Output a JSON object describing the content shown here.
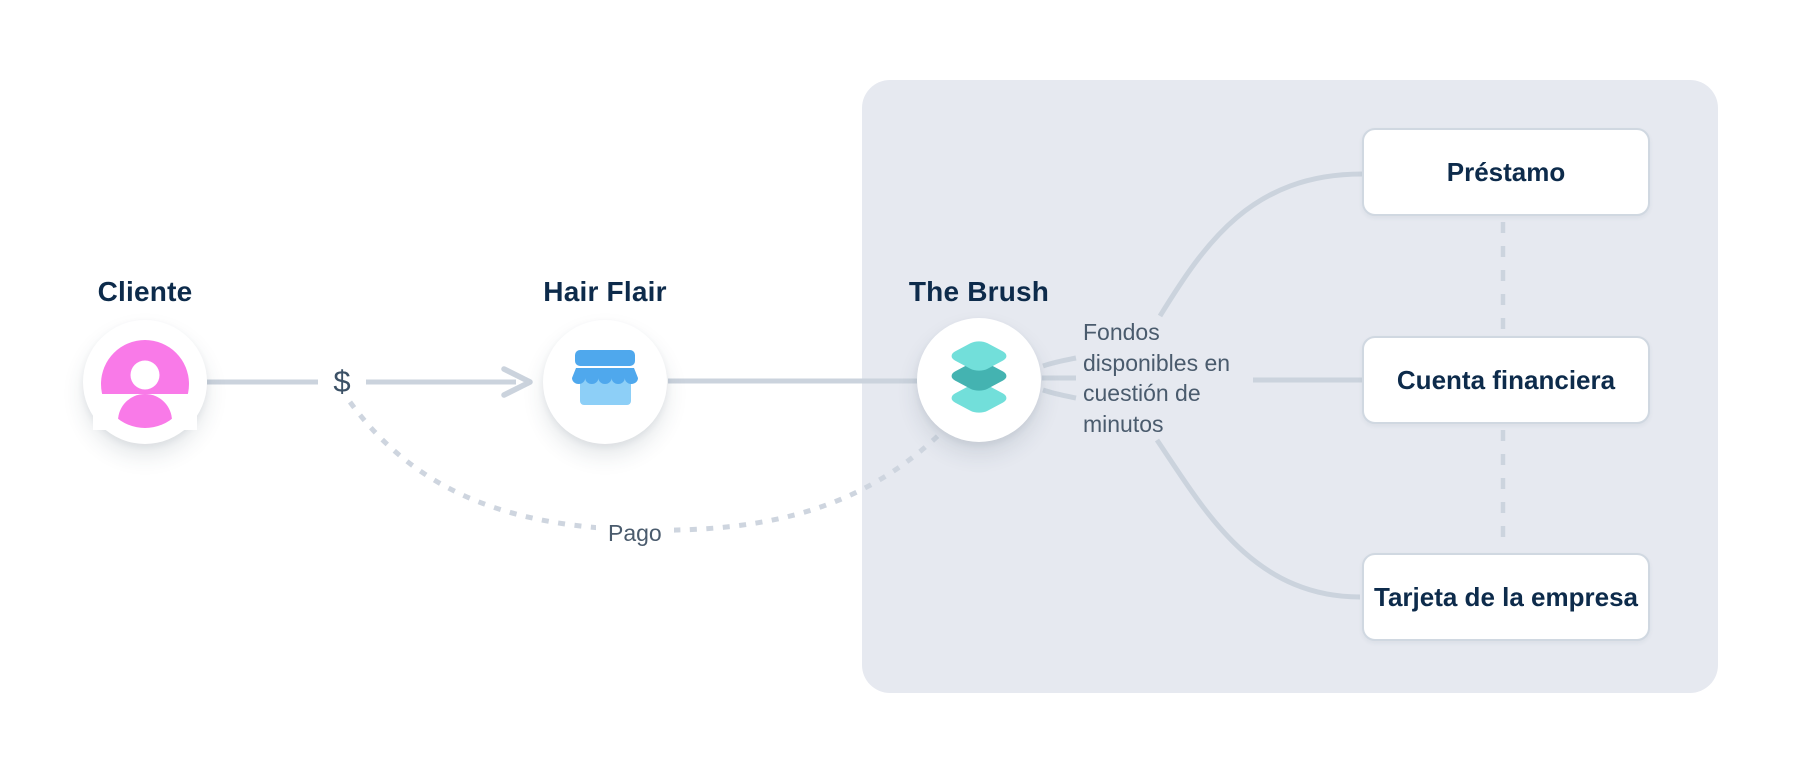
{
  "diagram": {
    "actors": {
      "cliente": {
        "label": "Cliente",
        "icon": "person-icon",
        "icon_color": "#f97ae8"
      },
      "hair_flair": {
        "label": "Hair Flair",
        "icon": "storefront-icon",
        "icon_color": "#4fa8ed"
      },
      "the_brush": {
        "label": "The Brush",
        "icon": "layers-icon",
        "icon_color": "#44b3b1"
      }
    },
    "flow": {
      "money_symbol": "$",
      "payment_label": "Pago",
      "funds_note": "Fondos disponibles en cuestión de minutos"
    },
    "products": [
      {
        "label": "Préstamo"
      },
      {
        "label": "Cuenta financiera"
      },
      {
        "label": "Tarjeta de la empresa"
      }
    ],
    "colors": {
      "navy_text": "#0d2b4b",
      "slate_text": "#4a5b6d",
      "connector_gray": "#cbd3dd",
      "panel_background": "#e6e9f0",
      "person_pink": "#f97ae8",
      "store_blue": "#4fa8ed",
      "store_blue_light": "#8dcff7",
      "layers_teal_light": "#72dfda",
      "layers_teal_dark": "#44b3b1"
    }
  }
}
